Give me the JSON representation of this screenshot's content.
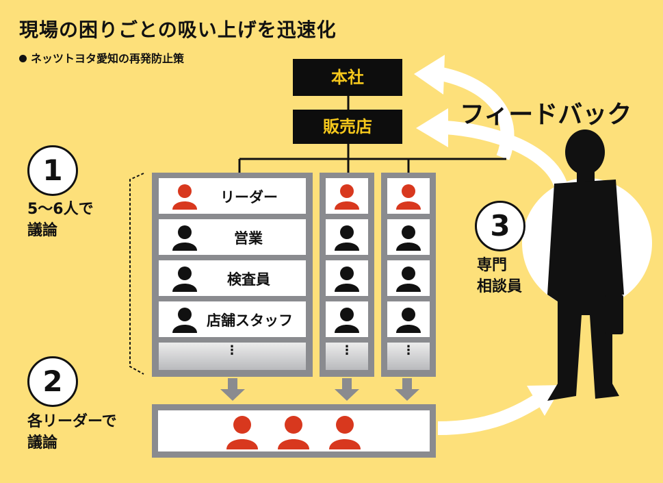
{
  "title": "現場の困りごとの吸い上げを迅速化",
  "subtitle": "ネッツトヨタ愛知の再発防止策",
  "org": {
    "hq": "本社",
    "dealer": "販売店"
  },
  "steps": [
    {
      "number": "1",
      "label_line1": "5～6人で",
      "label_line2": "議論"
    },
    {
      "number": "2",
      "label_line1": "各リーダーで",
      "label_line2": "議論"
    },
    {
      "number": "3",
      "label_line1": "専門",
      "label_line2": "相談員"
    }
  ],
  "roles": [
    "リーダー",
    "営業",
    "検査員",
    "店舗スタッフ"
  ],
  "ellipsis": "⋮",
  "feedback": "フィードバック",
  "colors": {
    "background": "#fde07a",
    "leader": "#d8381e",
    "member": "#111111",
    "orgbox_text": "#f6c81c",
    "panel": "#8a8b8f",
    "arrow": "#ffffff"
  }
}
